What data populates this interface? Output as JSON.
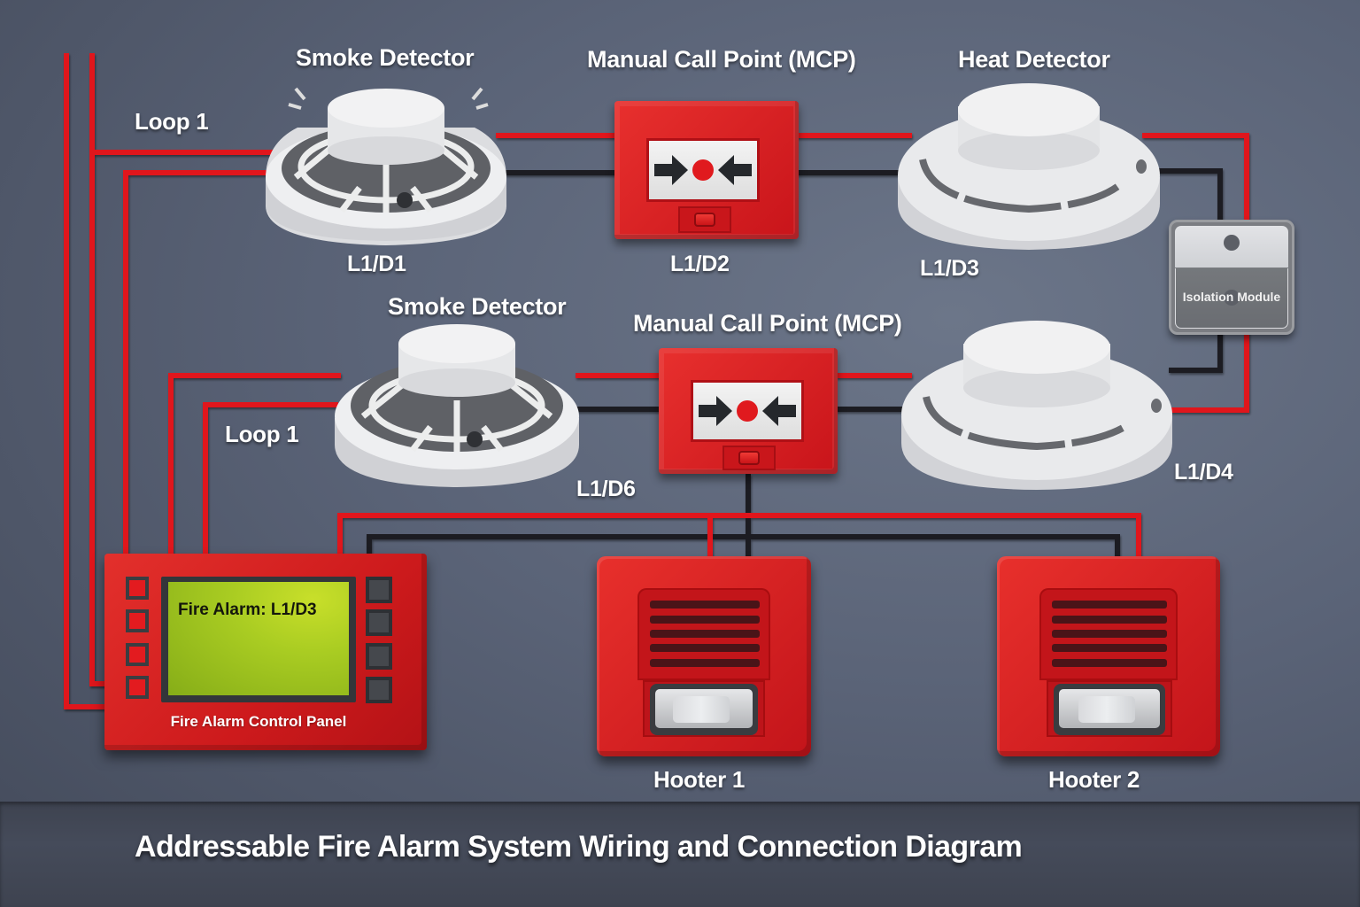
{
  "diagram": {
    "title": "Addressable Fire Alarm System Wiring and Connection Diagram",
    "colors": {
      "background": "#5a6377",
      "wire_red": "#e0191e",
      "wire_black": "#1e1f22",
      "device_red": "#d41c1f",
      "detector_white": "#e9eaec",
      "lcd_green": "#a9cc22"
    },
    "loop_labels": [
      "Loop 1",
      "Loop 1"
    ],
    "devices": {
      "smoke_detector_1": {
        "label": "Smoke Detector",
        "address": "L1/D1",
        "icon": "smoke-detector-icon"
      },
      "mcp_1": {
        "label": "Manual Call Point (MCP)",
        "address": "L1/D2",
        "icon": "manual-call-point-icon"
      },
      "heat_detector_1": {
        "label": "Heat Detector",
        "address": "L1/D3",
        "icon": "heat-detector-icon"
      },
      "isolation_module": {
        "label": "Isolation Module",
        "icon": "isolation-module-icon"
      },
      "heat_detector_2": {
        "label": "",
        "address": "L1/D4",
        "icon": "heat-detector-icon"
      },
      "mcp_2": {
        "label": "Manual Call Point (MCP)",
        "address": "",
        "icon": "manual-call-point-icon"
      },
      "smoke_detector_2": {
        "label": "Smoke Detector",
        "address": "L1/D6",
        "icon": "smoke-detector-icon"
      },
      "control_panel": {
        "label": "Fire Alarm Control Panel",
        "screen_text": "Fire Alarm: L1/D3",
        "left_keys": 4,
        "right_keys": 4,
        "icon": "control-panel-icon"
      },
      "hooter_1": {
        "label": "Hooter 1",
        "icon": "hooter-icon"
      },
      "hooter_2": {
        "label": "Hooter 2",
        "icon": "hooter-icon"
      }
    }
  }
}
